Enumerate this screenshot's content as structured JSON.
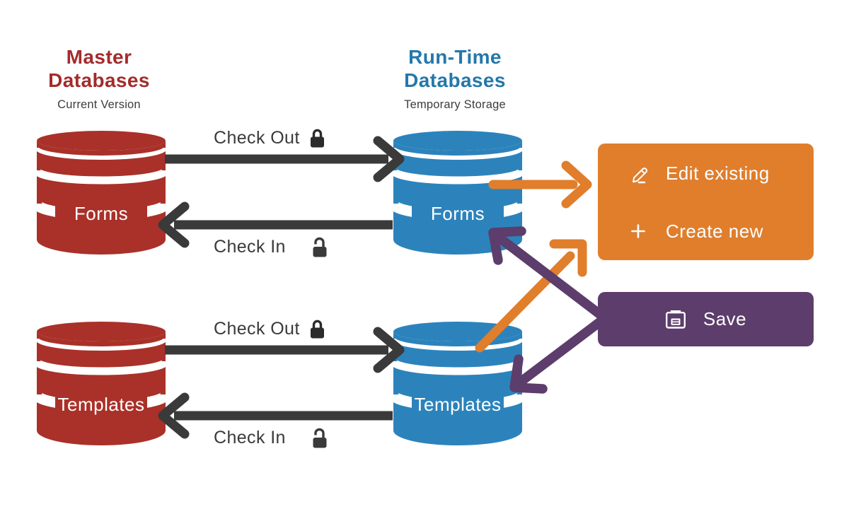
{
  "headers": {
    "master": {
      "line1": "Master",
      "line2": "Databases",
      "subtitle": "Current Version"
    },
    "runtime": {
      "line1": "Run-Time",
      "line2": "Databases",
      "subtitle": "Temporary Storage"
    }
  },
  "databases": {
    "master_forms": "Forms",
    "master_templates": "Templates",
    "runtime_forms": "Forms",
    "runtime_templates": "Templates"
  },
  "flows": {
    "forms_check_out": "Check Out",
    "forms_check_in": "Check In",
    "templates_check_out": "Check Out",
    "templates_check_in": "Check In"
  },
  "actions": {
    "edit_existing": "Edit existing",
    "create_new": "Create new",
    "save": "Save"
  },
  "icons": {
    "check_out": "locked-padlock",
    "check_in": "unlocked-padlock",
    "edit_existing": "pencil",
    "create_new": "plus",
    "save": "floppy-disk"
  },
  "colors": {
    "master_red": "#A93129",
    "master_header_red": "#A32C2C",
    "runtime_blue": "#2C83BC",
    "runtime_header_blue": "#2478AB",
    "orange": "#E07E2C",
    "purple": "#5C3D6B",
    "arrow_dark": "#3A3A3A"
  }
}
